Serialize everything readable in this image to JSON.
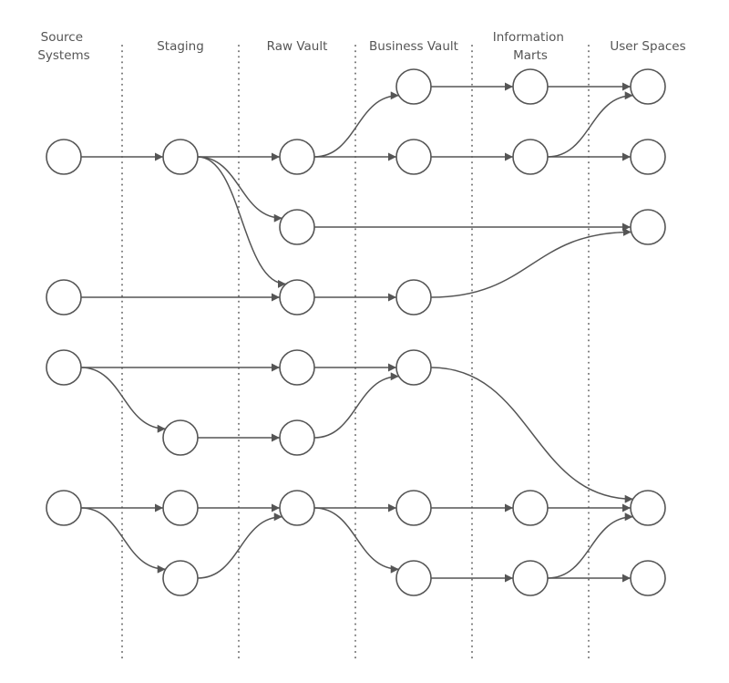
{
  "columns": [
    {
      "label_lines": [
        "Source",
        "Systems"
      ]
    },
    {
      "label_lines": [
        "Staging"
      ]
    },
    {
      "label_lines": [
        "Raw Vault"
      ]
    },
    {
      "label_lines": [
        "Business Vault"
      ]
    },
    {
      "label_lines": [
        "Information",
        "Marts"
      ]
    },
    {
      "label_lines": [
        "User Spaces"
      ]
    }
  ],
  "nodes": [
    {
      "id": "src1",
      "col": 0,
      "row": 1
    },
    {
      "id": "src2",
      "col": 0,
      "row": 3
    },
    {
      "id": "src3",
      "col": 0,
      "row": 4
    },
    {
      "id": "src4",
      "col": 0,
      "row": 6
    },
    {
      "id": "stg1",
      "col": 1,
      "row": 1
    },
    {
      "id": "stg2",
      "col": 1,
      "row": 5
    },
    {
      "id": "stg3",
      "col": 1,
      "row": 6
    },
    {
      "id": "stg4",
      "col": 1,
      "row": 7
    },
    {
      "id": "raw1",
      "col": 2,
      "row": 1
    },
    {
      "id": "raw2",
      "col": 2,
      "row": 2
    },
    {
      "id": "raw3",
      "col": 2,
      "row": 3
    },
    {
      "id": "raw4",
      "col": 2,
      "row": 4
    },
    {
      "id": "raw5",
      "col": 2,
      "row": 5
    },
    {
      "id": "raw6",
      "col": 2,
      "row": 6
    },
    {
      "id": "bv1",
      "col": 3,
      "row": 0
    },
    {
      "id": "bv2",
      "col": 3,
      "row": 1
    },
    {
      "id": "bv3",
      "col": 3,
      "row": 3
    },
    {
      "id": "bv4",
      "col": 3,
      "row": 4
    },
    {
      "id": "bv5",
      "col": 3,
      "row": 6
    },
    {
      "id": "bv6",
      "col": 3,
      "row": 7
    },
    {
      "id": "im1",
      "col": 4,
      "row": 0
    },
    {
      "id": "im2",
      "col": 4,
      "row": 1
    },
    {
      "id": "im3",
      "col": 4,
      "row": 6
    },
    {
      "id": "im4",
      "col": 4,
      "row": 7
    },
    {
      "id": "us1",
      "col": 5,
      "row": 0
    },
    {
      "id": "us2",
      "col": 5,
      "row": 1
    },
    {
      "id": "us3",
      "col": 5,
      "row": 2
    },
    {
      "id": "us4",
      "col": 5,
      "row": 6
    },
    {
      "id": "us5",
      "col": 5,
      "row": 7
    }
  ],
  "edges": [
    [
      "src1",
      "stg1"
    ],
    [
      "stg1",
      "raw1"
    ],
    [
      "stg1",
      "raw2"
    ],
    [
      "stg1",
      "raw3"
    ],
    [
      "raw1",
      "bv1"
    ],
    [
      "raw1",
      "bv2"
    ],
    [
      "bv1",
      "im1"
    ],
    [
      "bv2",
      "im2"
    ],
    [
      "im1",
      "us1"
    ],
    [
      "im2",
      "us1"
    ],
    [
      "im2",
      "us2"
    ],
    [
      "raw2",
      "us3"
    ],
    [
      "src2",
      "raw3"
    ],
    [
      "raw3",
      "bv3"
    ],
    [
      "bv3",
      "us3"
    ],
    [
      "src3",
      "raw4"
    ],
    [
      "src3",
      "stg2"
    ],
    [
      "stg2",
      "raw5"
    ],
    [
      "raw4",
      "bv4"
    ],
    [
      "raw5",
      "bv4"
    ],
    [
      "bv4",
      "us4"
    ],
    [
      "src4",
      "stg3"
    ],
    [
      "src4",
      "stg4"
    ],
    [
      "stg3",
      "raw6"
    ],
    [
      "stg4",
      "raw6"
    ],
    [
      "raw6",
      "bv5"
    ],
    [
      "raw6",
      "bv6"
    ],
    [
      "bv5",
      "im3"
    ],
    [
      "bv6",
      "im4"
    ],
    [
      "im3",
      "us4"
    ],
    [
      "im4",
      "us4"
    ],
    [
      "im4",
      "us5"
    ]
  ],
  "colors": {
    "stroke": "#555555",
    "divider": "#777777",
    "label": "#555555"
  }
}
